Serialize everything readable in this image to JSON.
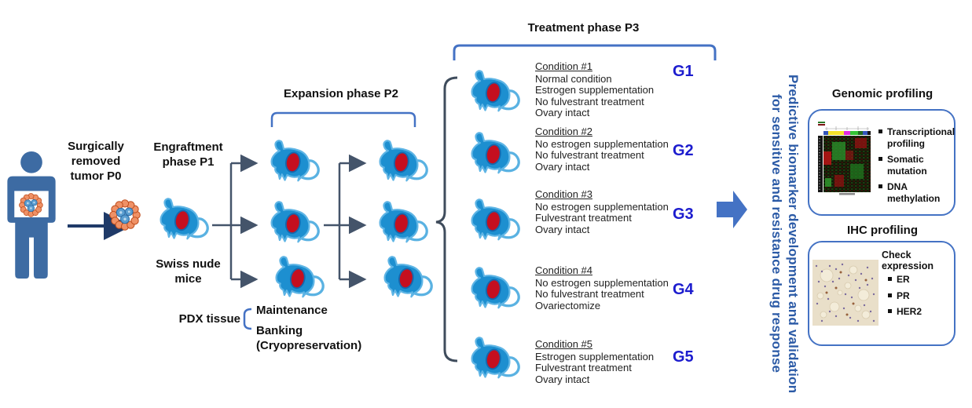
{
  "patient_section": {
    "surgical_label": "Surgically\nremoved\ntumor P0"
  },
  "engraftment": {
    "phase_label": "Engraftment\nphase P1",
    "mice_label": "Swiss nude\nmice"
  },
  "expansion": {
    "phase_label": "Expansion phase P2",
    "pdx_tissue_label": "PDX tissue",
    "maintenance_label": "Maintenance",
    "banking_label": "Banking\n(Cryopreservation)"
  },
  "treatment": {
    "phase_label": "Treatment phase P3",
    "conditions": [
      {
        "title": "Condition #1",
        "group": "G1",
        "lines": [
          "Normal condition",
          "Estrogen supplementation",
          "No fulvestrant treatment",
          "Ovary intact"
        ]
      },
      {
        "title": "Condition #2",
        "group": "G2",
        "lines": [
          "No estrogen supplementation",
          "No fulvestrant treatment",
          "Ovary intact"
        ]
      },
      {
        "title": "Condition #3",
        "group": "G3",
        "lines": [
          "No estrogen supplementation",
          "Fulvestrant treatment",
          "Ovary intact"
        ]
      },
      {
        "title": "Condition #4",
        "group": "G4",
        "lines": [
          "No estrogen supplementation",
          "No fulvestrant treatment",
          "Ovariectomize"
        ]
      },
      {
        "title": "Condition #5",
        "group": "G5",
        "lines": [
          "Estrogen supplementation",
          "Fulvestrant treatment",
          "Ovary intact"
        ]
      }
    ]
  },
  "outcome": {
    "line1": "Predictive biomarker development and validation",
    "line2": "for sensitive and resistance drug response"
  },
  "genomic_profiling": {
    "title": "Genomic profiling",
    "bullets": [
      "Transcriptional profiling",
      "Somatic mutation",
      "DNA methylation"
    ]
  },
  "ihc_profiling": {
    "title": "IHC profiling",
    "subtitle": "Check expression",
    "bullets": [
      "ER",
      "PR",
      "HER2"
    ]
  },
  "colors": {
    "mouse_blue": "#1d8fd0",
    "mouse_outline": "#5fb5e5",
    "tumor_red": "#c50f1f",
    "human_blue": "#3d6ba3",
    "bracket_blue": "#4472c4",
    "brace_gray": "#3f4c5c",
    "group_label_blue": "#1c1cce",
    "outcome_text_blue": "#2b5aa6",
    "arrow_navy": "#1f3a68",
    "branch_arrow_gray": "#44546a"
  }
}
